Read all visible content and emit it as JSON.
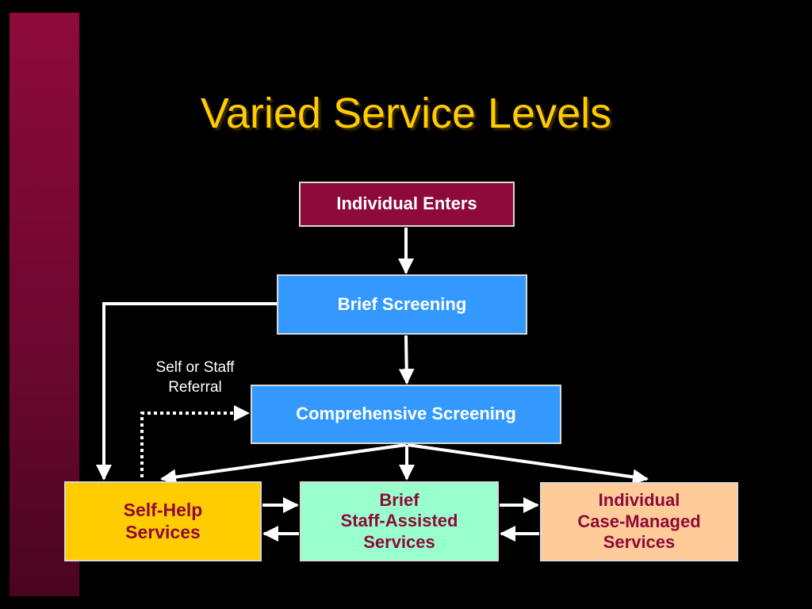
{
  "title": "Varied Service Levels",
  "nodes": {
    "individual_enters": "Individual Enters",
    "brief_screening": "Brief Screening",
    "comprehensive_screening": "Comprehensive Screening",
    "self_help": "Self-Help\nServices",
    "staff_assisted": "Brief\nStaff-Assisted\nServices",
    "case_managed": "Individual\nCase-Managed\nServices"
  },
  "annotations": {
    "referral": "Self or  Staff\nReferral"
  },
  "colors": {
    "sidebar": "#8e0a3a",
    "title": "#ffcc00",
    "enters_fill": "#8e0a3a",
    "screening_fill": "#3399ff",
    "self_help_fill": "#ffcc00",
    "staff_assisted_fill": "#99ffcc",
    "case_managed_fill": "#ffcc99",
    "service_text": "#8e0a3a",
    "connector": "#ffffff"
  }
}
